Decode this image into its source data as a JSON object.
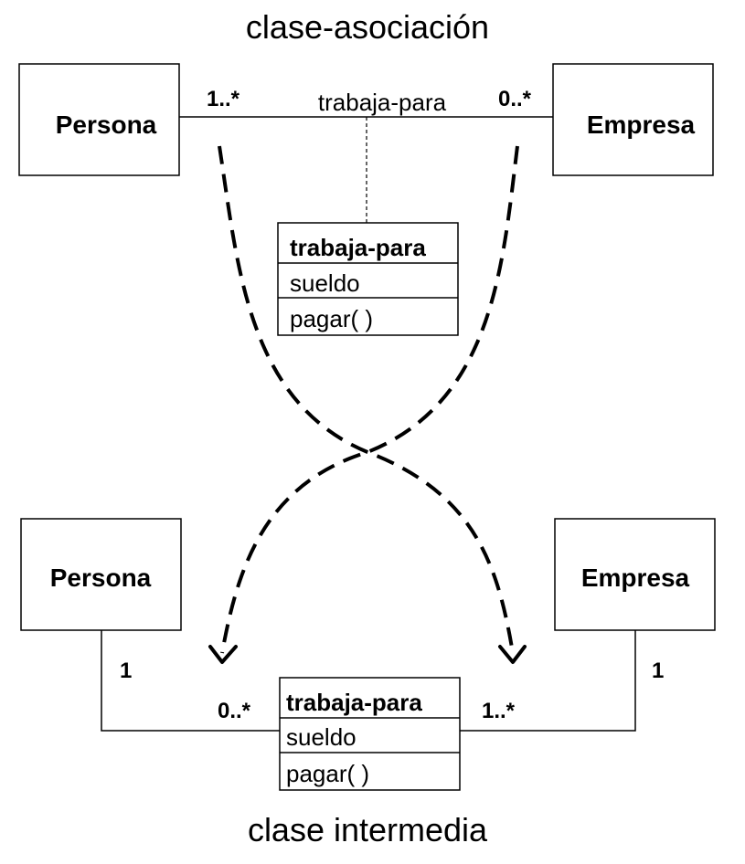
{
  "top": {
    "title": "clase-asociación",
    "left_class": "Persona",
    "right_class": "Empresa",
    "left_multiplicity": "1..*",
    "right_multiplicity": "0..*",
    "association_name": "trabaja-para",
    "assoc_class": {
      "name": "trabaja-para",
      "attribute": "sueldo",
      "operation": "pagar( )"
    }
  },
  "bottom": {
    "title": "clase intermedia",
    "left_class": "Persona",
    "right_class": "Empresa",
    "left_outer_multiplicity": "1",
    "left_inner_multiplicity": "0..*",
    "right_inner_multiplicity": "1..*",
    "right_outer_multiplicity": "1",
    "middle_class": {
      "name": "trabaja-para",
      "attribute": "sueldo",
      "operation": "pagar( )"
    }
  }
}
